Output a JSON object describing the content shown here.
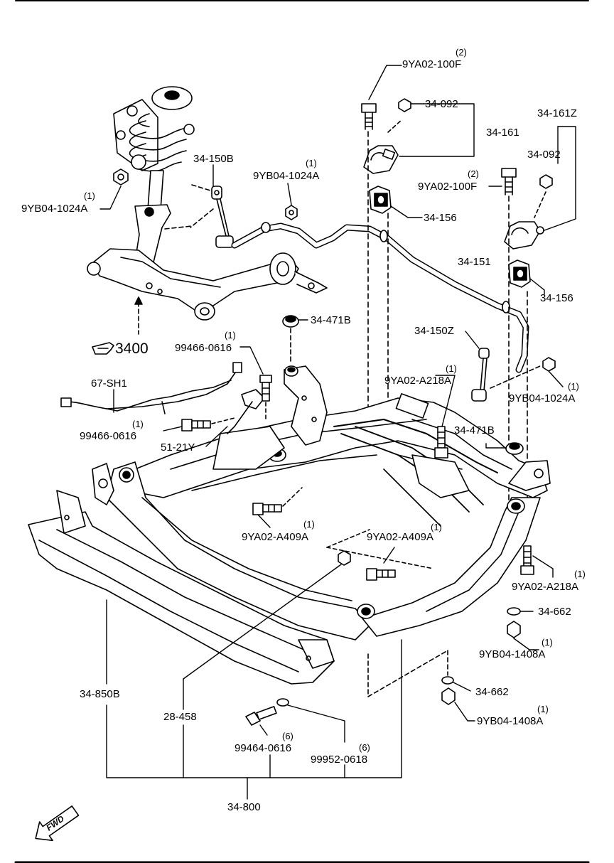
{
  "diagram": {
    "reference_number": "3400",
    "fwd_label": "FWD",
    "parts": [
      {
        "key": "p_100f_a",
        "part": "9YA02-100F",
        "qty": "(2)"
      },
      {
        "key": "p_092_a",
        "part": "34-092"
      },
      {
        "key": "p_161",
        "part": "34-161"
      },
      {
        "key": "p_161z",
        "part": "34-161Z"
      },
      {
        "key": "p_092_b",
        "part": "34-092"
      },
      {
        "key": "p_150b",
        "part": "34-150B"
      },
      {
        "key": "p_1024a_top",
        "part": "9YB04-1024A",
        "qty": "(1)"
      },
      {
        "key": "p_1024a_left",
        "part": "9YB04-1024A",
        "qty": "(1)"
      },
      {
        "key": "p_100f_b",
        "part": "9YA02-100F",
        "qty": "(2)"
      },
      {
        "key": "p_156_a",
        "part": "34-156"
      },
      {
        "key": "p_151",
        "part": "34-151"
      },
      {
        "key": "p_156_b",
        "part": "34-156"
      },
      {
        "key": "p_471b_a",
        "part": "34-471B"
      },
      {
        "key": "p_150z",
        "part": "34-150Z"
      },
      {
        "key": "p_0616_a",
        "part": "99466-0616",
        "qty": "(1)"
      },
      {
        "key": "p_67sh1",
        "part": "67-SH1"
      },
      {
        "key": "p_a218a_a",
        "part": "9YA02-A218A",
        "qty": "(1)"
      },
      {
        "key": "p_1024a_right",
        "part": "9YB04-1024A",
        "qty": "(1)"
      },
      {
        "key": "p_0616_b",
        "part": "99466-0616",
        "qty": "(1)"
      },
      {
        "key": "p_471b_b",
        "part": "34-471B"
      },
      {
        "key": "p_51_21y",
        "part": "51-21Y"
      },
      {
        "key": "p_a409a_a",
        "part": "9YA02-A409A",
        "qty": "(1)"
      },
      {
        "key": "p_a409a_b",
        "part": "9YA02-A409A",
        "qty": "(1)"
      },
      {
        "key": "p_a218a_b",
        "part": "9YA02-A218A",
        "qty": "(1)"
      },
      {
        "key": "p_662_a",
        "part": "34-662"
      },
      {
        "key": "p_1408a_a",
        "part": "9YB04-1408A",
        "qty": "(1)"
      },
      {
        "key": "p_850b",
        "part": "34-850B"
      },
      {
        "key": "p_28458",
        "part": "28-458"
      },
      {
        "key": "p_662_b",
        "part": "34-662"
      },
      {
        "key": "p_1408a_b",
        "part": "9YB04-1408A",
        "qty": "(1)"
      },
      {
        "key": "p_0616_c",
        "part": "99464-0616",
        "qty": "(6)"
      },
      {
        "key": "p_0618",
        "part": "99952-0618",
        "qty": "(6)"
      },
      {
        "key": "p_800",
        "part": "34-800"
      }
    ]
  }
}
